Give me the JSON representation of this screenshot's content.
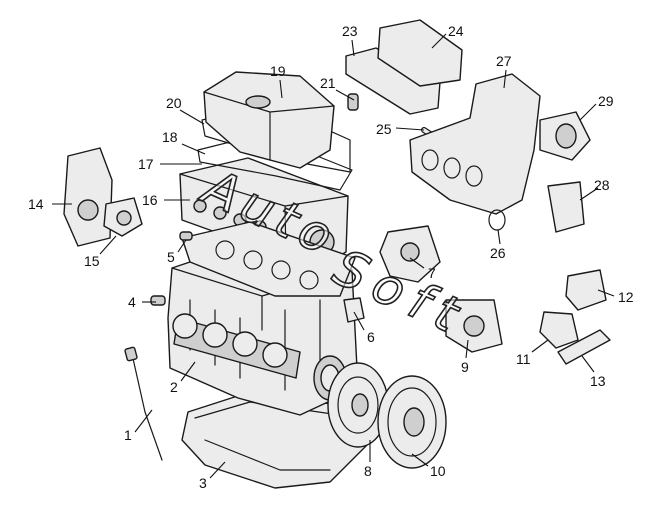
{
  "diagram": {
    "type": "exploded-parts-view",
    "colors": {
      "ink": "#111111",
      "part_fill": "#ececec",
      "part_shade": "#cfcfcf",
      "background": "#ffffff"
    },
    "callouts": [
      {
        "id": "1",
        "label": "1"
      },
      {
        "id": "2",
        "label": "2"
      },
      {
        "id": "3",
        "label": "3"
      },
      {
        "id": "4",
        "label": "4"
      },
      {
        "id": "5",
        "label": "5"
      },
      {
        "id": "6",
        "label": "6"
      },
      {
        "id": "7",
        "label": "7"
      },
      {
        "id": "8",
        "label": "8"
      },
      {
        "id": "9",
        "label": "9"
      },
      {
        "id": "10",
        "label": "10"
      },
      {
        "id": "11",
        "label": "11"
      },
      {
        "id": "12",
        "label": "12"
      },
      {
        "id": "13",
        "label": "13"
      },
      {
        "id": "14",
        "label": "14"
      },
      {
        "id": "15",
        "label": "15"
      },
      {
        "id": "16",
        "label": "16"
      },
      {
        "id": "17",
        "label": "17"
      },
      {
        "id": "18",
        "label": "18"
      },
      {
        "id": "19",
        "label": "19"
      },
      {
        "id": "20",
        "label": "20"
      },
      {
        "id": "21",
        "label": "21"
      },
      {
        "id": "23",
        "label": "23"
      },
      {
        "id": "24",
        "label": "24"
      },
      {
        "id": "25",
        "label": "25"
      },
      {
        "id": "26",
        "label": "26"
      },
      {
        "id": "27",
        "label": "27"
      },
      {
        "id": "28",
        "label": "28"
      },
      {
        "id": "29",
        "label": "29"
      }
    ]
  },
  "watermark": {
    "line1": "Auto",
    "line2": "Soft"
  }
}
